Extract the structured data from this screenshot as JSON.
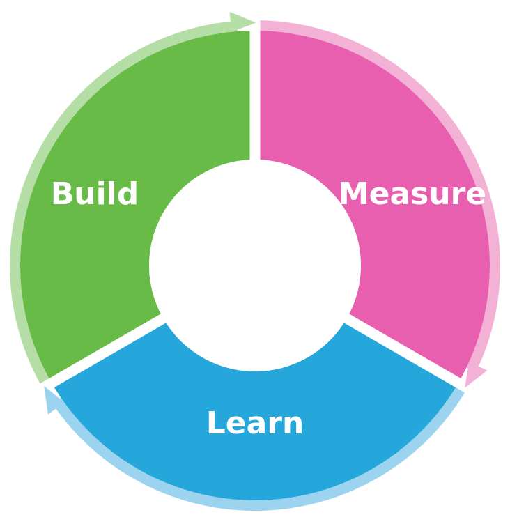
{
  "diagram": {
    "segments": [
      {
        "key": "build",
        "label": "Build",
        "color": "#68bb47",
        "arrow_color": "#b4dea6"
      },
      {
        "key": "measure",
        "label": "Measure",
        "color": "#e95faf",
        "arrow_color": "#f3b1d6"
      },
      {
        "key": "learn",
        "label": "Learn",
        "color": "#25a7dc",
        "arrow_color": "#9cd4ef"
      }
    ],
    "center_color": "#ffffff"
  }
}
